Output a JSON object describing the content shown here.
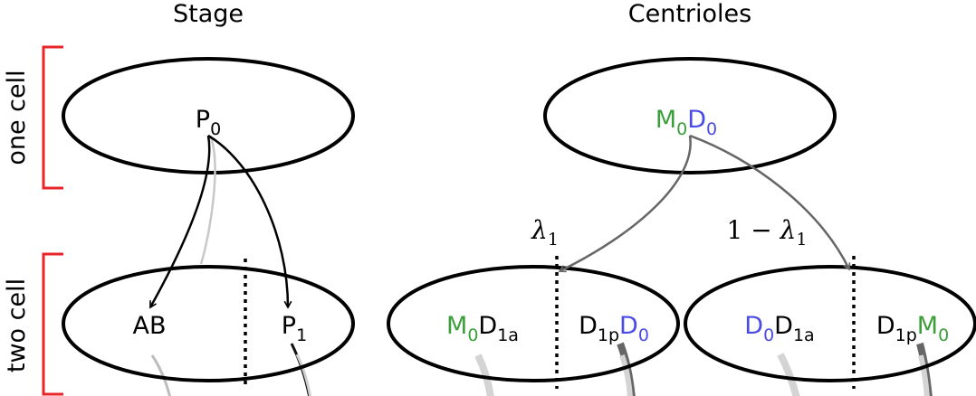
{
  "headers": {
    "stage": "Stage",
    "centrioles": "Centrioles"
  },
  "row_labels": {
    "one_cell": "one cell",
    "two_cell": "two cell"
  },
  "stage": {
    "p0": {
      "base": "P",
      "sub": "0"
    },
    "ab": "AB",
    "p1": {
      "base": "P",
      "sub": "1"
    }
  },
  "centrioles": {
    "one_cell": {
      "m": "M",
      "m_sub": "0",
      "d": "D",
      "d_sub": "0"
    },
    "left_two_cell": {
      "left": {
        "m": "M",
        "m_sub": "0",
        "d": "D",
        "d_sub": "1a"
      },
      "right": {
        "d1": "D",
        "d1_sub": "1p",
        "d2": "D",
        "d2_sub": "0"
      }
    },
    "right_two_cell": {
      "left": {
        "d": "D",
        "d_sub": "0",
        "d2": "D",
        "d2_sub": "1a"
      },
      "right": {
        "d1": "D",
        "d1_sub": "1p",
        "m": "M",
        "m_sub": "0"
      }
    },
    "probabilities": {
      "left": {
        "symbol": "λ",
        "sub": "1"
      },
      "right": {
        "prefix": "1 − ",
        "symbol": "λ",
        "sub": "1"
      }
    }
  },
  "colors": {
    "mother": "#3a9f3a",
    "daughter": "#4a4ae6",
    "text": "#000000",
    "bracket": "#e8262a",
    "arrow_gray": "#666666"
  }
}
